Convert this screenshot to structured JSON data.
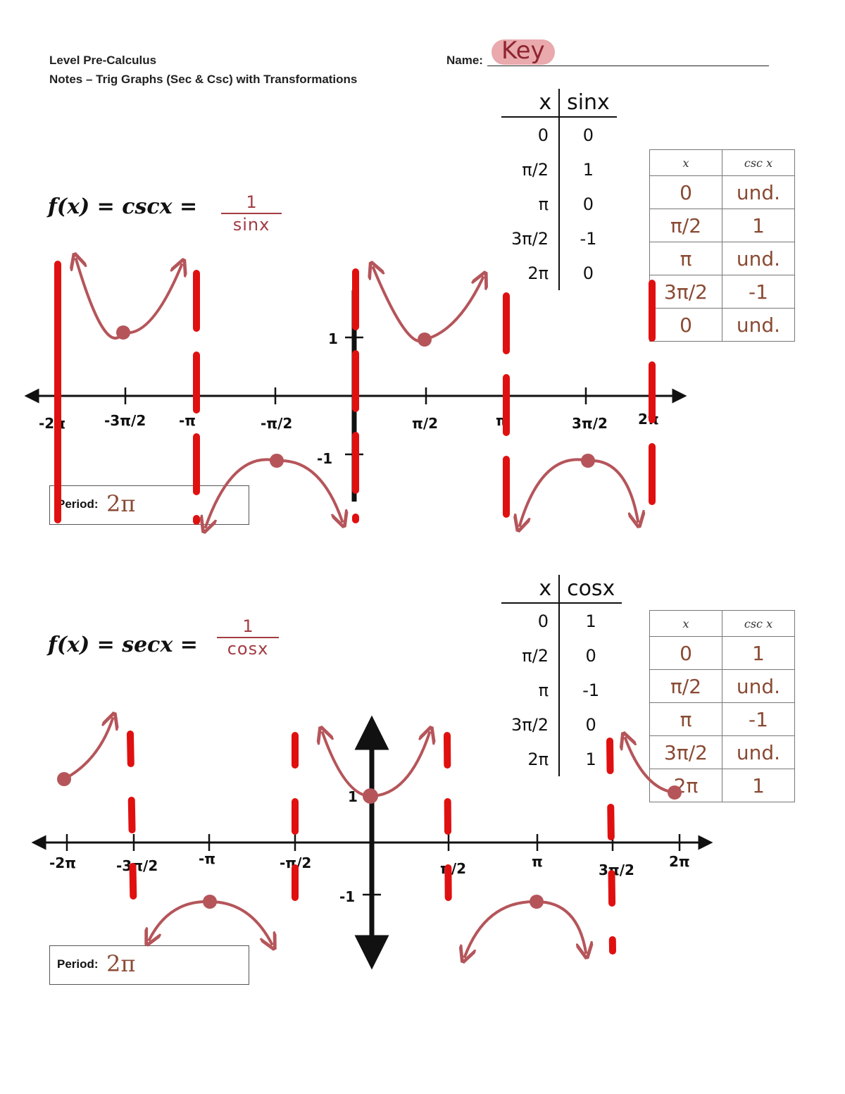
{
  "header": {
    "course": "Level Pre-Calculus",
    "title": "Notes – Trig Graphs (Sec & Csc) with Transformations",
    "name_label": "Name:",
    "name_value": "Key"
  },
  "graph_csc": {
    "function": "f(x) = cscx =",
    "fraction_num": "1",
    "fraction_den": "sinx",
    "helper_table": {
      "headers": [
        "x",
        "sinx"
      ],
      "rows": [
        [
          "0",
          "0"
        ],
        [
          "π/2",
          "1"
        ],
        [
          "π",
          "0"
        ],
        [
          "3π/2",
          "-1"
        ],
        [
          "2π",
          "0"
        ]
      ]
    },
    "box_table": {
      "headers": [
        "x",
        "csc x"
      ],
      "rows": [
        [
          "0",
          "und."
        ],
        [
          "π/2",
          "1"
        ],
        [
          "π",
          "und."
        ],
        [
          "3π/2",
          "-1"
        ],
        [
          "0",
          "und."
        ]
      ]
    },
    "x_ticks": [
      "-2π",
      "-3π/2",
      "-π",
      "-π/2",
      "π/2",
      "π",
      "3π/2",
      "2π"
    ],
    "y_ticks": [
      "1",
      "-1"
    ],
    "period_label": "Period:",
    "period_value": "2π"
  },
  "graph_sec": {
    "function": "f(x) = secx =",
    "fraction_num": "1",
    "fraction_den": "cosx",
    "helper_table": {
      "headers": [
        "x",
        "cosx"
      ],
      "rows": [
        [
          "0",
          "1"
        ],
        [
          "π/2",
          "0"
        ],
        [
          "π",
          "-1"
        ],
        [
          "3π/2",
          "0"
        ],
        [
          "2π",
          "1"
        ]
      ]
    },
    "box_table": {
      "headers": [
        "x",
        "csc x"
      ],
      "rows": [
        [
          "0",
          "1"
        ],
        [
          "π/2",
          "und."
        ],
        [
          "π",
          "-1"
        ],
        [
          "3π/2",
          "und."
        ],
        [
          "2π",
          "1"
        ]
      ]
    },
    "x_ticks": [
      "-2π",
      "-3π/2",
      "-π",
      "-π/2",
      "π/2",
      "π",
      "3π/2",
      "2π"
    ],
    "y_ticks": [
      "1",
      "-1"
    ],
    "period_label": "Period:",
    "period_value": "2π"
  },
  "colors": {
    "asymptote": "#e01010",
    "curve": "#b5555a",
    "answer": "#8a4a33"
  }
}
